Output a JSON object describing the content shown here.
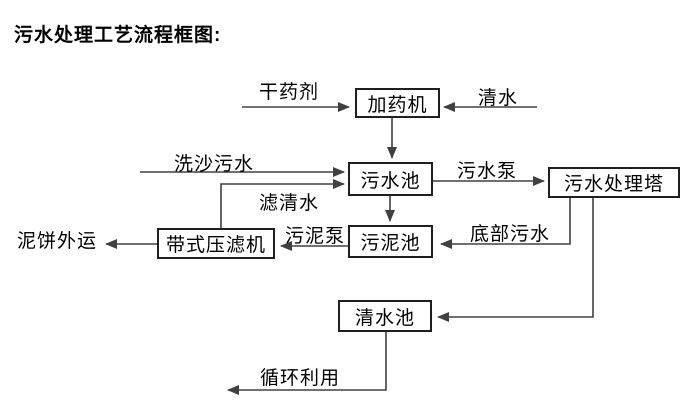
{
  "title": "污水处理工艺流程框图:",
  "nodes": {
    "dosing_machine": "加药机",
    "sewage_pool": "污水池",
    "treatment_tower": "污水处理塔",
    "sludge_pool": "污泥池",
    "belt_filter_press": "带式压滤机",
    "clean_water_pool": "清水池"
  },
  "flow_labels": {
    "dry_chemical": "干药剂",
    "clean_water": "清水",
    "sand_wash_sewage": "洗沙污水",
    "filtered_water": "滤清水",
    "sewage_pump": "污水泵",
    "bottom_sewage": "底部污水",
    "sludge_pump": "污泥泵",
    "mud_cake_out": "泥饼外运",
    "recycle_use": "循环利用"
  },
  "edges": [
    {
      "label": "干药剂",
      "from": "external",
      "to": "dosing_machine"
    },
    {
      "label": "清水",
      "from": "external",
      "to": "dosing_machine"
    },
    {
      "label": "",
      "from": "dosing_machine",
      "to": "sewage_pool"
    },
    {
      "label": "洗沙污水",
      "from": "external",
      "to": "sewage_pool"
    },
    {
      "label": "滤清水",
      "from": "belt_filter_press",
      "to": "sewage_pool"
    },
    {
      "label": "污水泵",
      "from": "sewage_pool",
      "to": "treatment_tower"
    },
    {
      "label": "",
      "from": "sewage_pool",
      "to": "sludge_pool"
    },
    {
      "label": "底部污水",
      "from": "treatment_tower",
      "to": "sludge_pool"
    },
    {
      "label": "污泥泵",
      "from": "sludge_pool",
      "to": "belt_filter_press"
    },
    {
      "label": "泥饼外运",
      "from": "belt_filter_press",
      "to": "external"
    },
    {
      "label": "",
      "from": "treatment_tower",
      "to": "clean_water_pool"
    },
    {
      "label": "循环利用",
      "from": "clean_water_pool",
      "to": "external"
    }
  ],
  "colors": {
    "line": "#404040",
    "box_border": "#1f1f1f",
    "text": "#000000",
    "background": "#ffffff"
  }
}
